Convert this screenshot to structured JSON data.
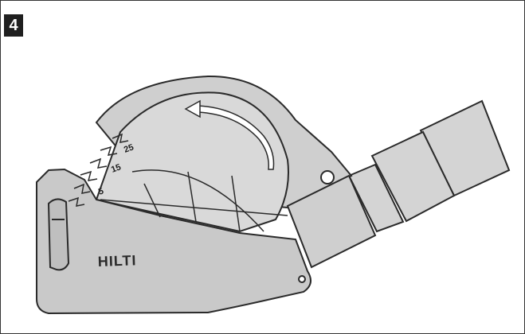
{
  "figure": {
    "step_number": "4",
    "scale_labels": [
      "25",
      "15",
      "5"
    ],
    "brand": "HILTI",
    "rotation_arrow_icon": "curved-arrow-icon"
  },
  "colors": {
    "outline": "#2a2a2a",
    "fill": "#d4d4d4",
    "fill_dark": "#c2c2c2",
    "badge": "#1f1f1f",
    "background": "#ffffff"
  }
}
